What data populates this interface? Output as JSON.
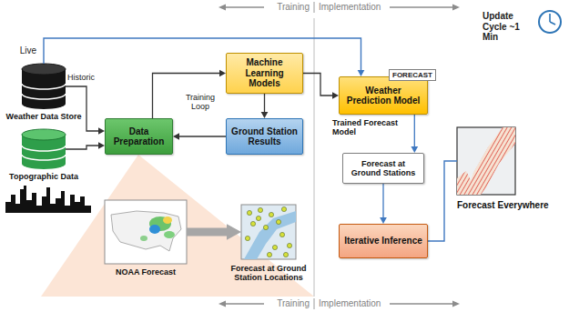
{
  "diagram": {
    "nodes": [
      {
        "text": [
          "Weather Data Store"
        ]
      },
      {
        "text": [
          "Topographic Data"
        ]
      },
      {
        "text": [
          "Data Preparation"
        ]
      },
      {
        "text": [
          "Machine Learning Models"
        ]
      },
      {
        "text": [
          "Ground Station Results"
        ]
      },
      {
        "text": [
          "FORECAST",
          "Weather Prediction Model",
          "Trained Forecast Model"
        ]
      },
      {
        "text": [
          "Forecast at Ground Stations"
        ]
      },
      {
        "text": [
          "Iterative Inference"
        ]
      },
      {
        "text": [
          "NOAA Forecast"
        ]
      },
      {
        "text": [
          "Forecast at Ground Station Locations"
        ]
      },
      {
        "text": [
          "Forecast Everywhere"
        ]
      }
    ],
    "edges": [
      {
        "from": 0,
        "to": 2,
        "arrow": "to"
      },
      {
        "from": 1,
        "to": 2,
        "arrow": "to"
      },
      {
        "from": 0,
        "to": 5,
        "arrow": "to"
      },
      {
        "from": 2,
        "to": 3,
        "arrow": "to"
      },
      {
        "from": 3,
        "to": 4,
        "arrow": "to"
      },
      {
        "from": 4,
        "to": 2,
        "arrow": "to"
      },
      {
        "from": 3,
        "to": 5,
        "arrow": "to"
      },
      {
        "from": 5,
        "to": 6,
        "arrow": "to"
      },
      {
        "from": 6,
        "to": 7,
        "arrow": "to"
      },
      {
        "from": 7,
        "to": 10,
        "arrow": "none"
      },
      {
        "from": 8,
        "to": 9,
        "arrow": "to"
      }
    ],
    "labels": [
      "Training",
      "Implementation",
      "Training",
      "Implementation",
      "Update Cycle ~1 Min",
      "Live",
      "Historic",
      "Training Loop"
    ]
  }
}
